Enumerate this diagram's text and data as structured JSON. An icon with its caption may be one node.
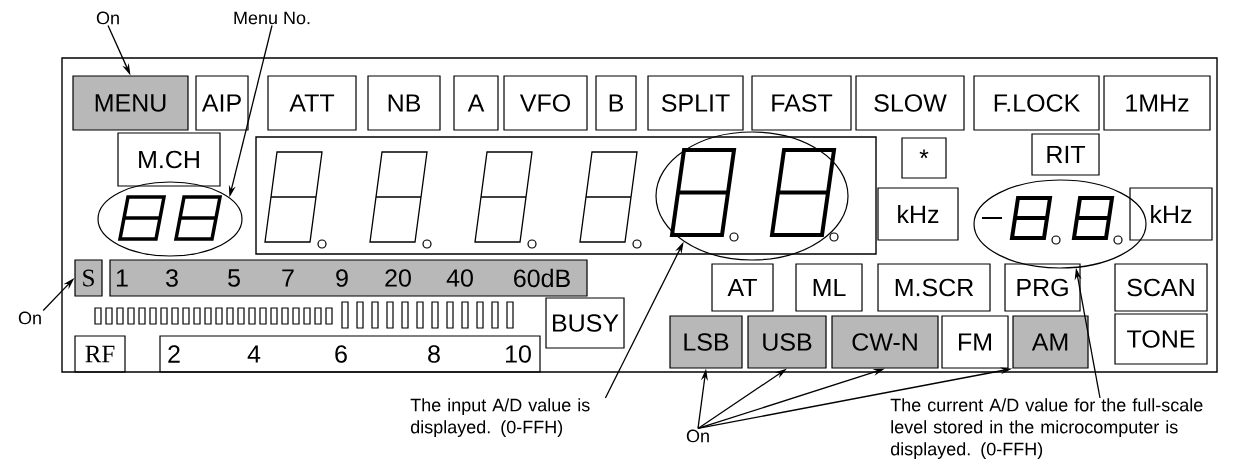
{
  "diagram": {
    "nodes": [
      {
        "text": [
          "On"
        ]
      },
      {
        "text": [
          "Menu No."
        ]
      },
      {
        "text": [
          "MENU"
        ]
      },
      {
        "text": [
          "AIP"
        ]
      },
      {
        "text": [
          "ATT"
        ]
      },
      {
        "text": [
          "NB"
        ]
      },
      {
        "text": [
          "A"
        ]
      },
      {
        "text": [
          "VFO"
        ]
      },
      {
        "text": [
          "B"
        ]
      },
      {
        "text": [
          "SPLIT"
        ]
      },
      {
        "text": [
          "FAST"
        ]
      },
      {
        "text": [
          "SLOW"
        ]
      },
      {
        "text": [
          "F.LOCK"
        ]
      },
      {
        "text": [
          "1MHz"
        ]
      },
      {
        "text": [
          "M.CH"
        ]
      },
      {
        "text": [],
        "shape": "ellipse"
      },
      {
        "text": [],
        "shape": "ellipse"
      },
      {
        "text": [
          "*"
        ]
      },
      {
        "text": [
          "RIT"
        ]
      },
      {
        "text": [
          "kHz"
        ]
      },
      {
        "text": [],
        "shape": "ellipse"
      },
      {
        "text": [
          "kHz"
        ]
      },
      {
        "text": [
          "S"
        ]
      },
      {
        "text": [
          "1",
          "3",
          "5",
          "7",
          "9",
          "20",
          "40",
          "60dB"
        ]
      },
      {
        "text": [
          "On"
        ]
      },
      {
        "text": [
          "BUSY"
        ]
      },
      {
        "text": [
          "RF"
        ]
      },
      {
        "text": [
          "2",
          "4",
          "6",
          "8",
          "10"
        ]
      },
      {
        "text": [
          "AT"
        ]
      },
      {
        "text": [
          "ML"
        ]
      },
      {
        "text": [
          "M.SCR"
        ]
      },
      {
        "text": [
          "PRG"
        ]
      },
      {
        "text": [
          "SCAN"
        ]
      },
      {
        "text": [
          "LSB"
        ]
      },
      {
        "text": [
          "USB"
        ]
      },
      {
        "text": [
          "CW-N"
        ]
      },
      {
        "text": [
          "FM"
        ]
      },
      {
        "text": [
          "AM"
        ]
      },
      {
        "text": [
          "TONE"
        ]
      },
      {
        "text": [
          "The input A/D value is displayed.  (0-FFH)"
        ]
      },
      {
        "text": [
          "On"
        ]
      },
      {
        "text": [
          "The current A/D value for the full-scale level stored in the microcomputer is displayed.  (0-FFH)"
        ]
      }
    ],
    "edges": [
      {
        "from": 0,
        "to": 2,
        "arrow": "to"
      },
      {
        "from": 1,
        "to": 15,
        "arrow": "to"
      },
      {
        "from": 24,
        "to": 22,
        "arrow": "to"
      },
      {
        "from": 39,
        "to": 16,
        "arrow": "to"
      },
      {
        "from": 40,
        "to": 33,
        "arrow": "to"
      },
      {
        "from": 40,
        "to": 34,
        "arrow": "to"
      },
      {
        "from": 40,
        "to": 35,
        "arrow": "to"
      },
      {
        "from": 40,
        "to": 37,
        "arrow": "to"
      },
      {
        "from": 41,
        "to": 20,
        "arrow": "to"
      }
    ]
  }
}
